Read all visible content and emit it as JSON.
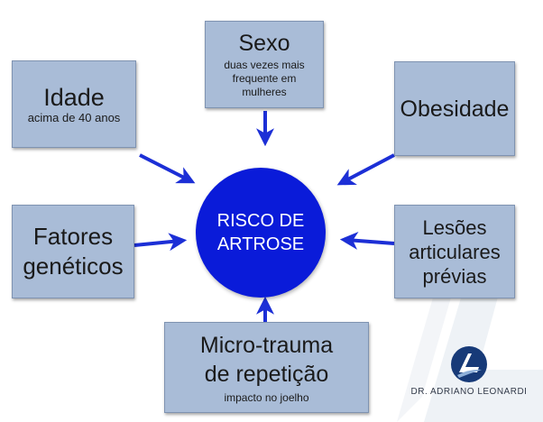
{
  "colors": {
    "box_fill": "#a9bcd7",
    "center_fill": "#0a1bd9",
    "arrow": "#1c2fd6",
    "logo": "#173a78"
  },
  "center": {
    "text": "RISCO DE\nARTROSE"
  },
  "factors": {
    "idade": {
      "title": "Idade",
      "subtitle": "acima de 40 anos"
    },
    "sexo": {
      "title": "Sexo",
      "subtitle": "duas vezes mais\nfrequente em\nmulheres"
    },
    "obesidade": {
      "title": "Obesidade"
    },
    "fatores": {
      "title": "Fatores\ngenéticos"
    },
    "lesoes": {
      "title": "Lesões\narticulares\nprévias"
    },
    "micro": {
      "title": "Micro-trauma\nde repetição",
      "subtitle": "impacto no joelho"
    }
  },
  "brand": {
    "name": "DR. ADRIANO LEONARDI",
    "logo_icon": "leonardi-logo-icon"
  }
}
